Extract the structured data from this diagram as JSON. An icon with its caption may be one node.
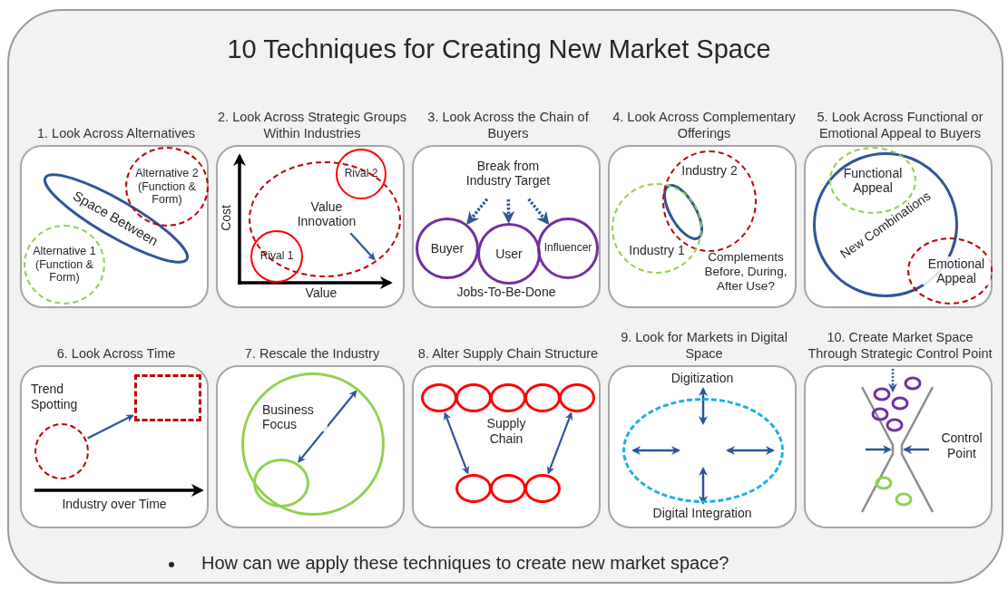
{
  "diagram": {
    "title": "10 Techniques for Creating New Market Space",
    "caption": "How can we apply these techniques to create new market space?",
    "nodes": [
      {
        "text": [
          "1. Look Across Alternatives"
        ]
      },
      {
        "text": [
          "Space Between"
        ],
        "in": 0
      },
      {
        "text": [
          "Alternative 2 (Function & Form)"
        ],
        "in": 0
      },
      {
        "text": [
          "Alternative 1 (Function & Form)"
        ],
        "in": 0
      },
      {
        "text": [
          "2. Look Across Strategic Groups Within Industries"
        ]
      },
      {
        "text": [],
        "shape": "ellipse",
        "in": 4
      },
      {
        "text": [
          "Value Innovation"
        ],
        "in": 5
      },
      {
        "text": [
          "Rival 2"
        ],
        "in": 4
      },
      {
        "text": [
          "Rival 1"
        ],
        "in": 4
      },
      {
        "text": [
          "3. Look Across the Chain of Buyers"
        ]
      },
      {
        "text": [
          "Break from Industry Target"
        ],
        "in": 9
      },
      {
        "text": [
          "Buyer"
        ],
        "in": 9
      },
      {
        "text": [
          "User"
        ],
        "in": 9
      },
      {
        "text": [
          "Influencer"
        ],
        "in": 9
      },
      {
        "text": [
          "4. Look Across Complementary Offerings"
        ]
      },
      {
        "text": [
          "Industry 2"
        ],
        "in": 14
      },
      {
        "text": [
          "Industry 1"
        ],
        "in": 14
      },
      {
        "text": [],
        "shape": "ellipse"
      },
      {
        "text": [
          "5. Look Across Functional or Emotional Appeal to Buyers"
        ]
      },
      {
        "text": [
          "New Combinations"
        ],
        "in": 18
      },
      {
        "text": [
          "Functional Appeal"
        ],
        "in": 18
      },
      {
        "text": [
          "Emotional Appeal"
        ],
        "in": 18
      },
      {
        "text": [
          "6. Look Across Time"
        ]
      },
      {
        "text": [],
        "shape": "circle",
        "in": 22
      },
      {
        "text": [],
        "shape": "box",
        "in": 22
      },
      {
        "text": [
          "7. Rescale the Industry"
        ]
      },
      {
        "text": [
          "Business Focus"
        ],
        "in": 25
      },
      {
        "text": [],
        "shape": "circle",
        "in": 26
      },
      {
        "text": [
          "8. Alter Supply Chain Structure"
        ]
      },
      {
        "text": [],
        "shape": "circle",
        "in": 28
      },
      {
        "text": [],
        "shape": "circle",
        "in": 28
      },
      {
        "text": [],
        "shape": "circle",
        "in": 28
      },
      {
        "text": [],
        "shape": "circle",
        "in": 28
      },
      {
        "text": [],
        "shape": "circle",
        "in": 28
      },
      {
        "text": [],
        "shape": "circle",
        "in": 28
      },
      {
        "text": [],
        "shape": "circle",
        "in": 28
      },
      {
        "text": [],
        "shape": "circle",
        "in": 28
      },
      {
        "text": [
          "9. Look for Markets in Digital Space"
        ]
      },
      {
        "text": [],
        "shape": "ellipse",
        "in": 37,
        "beside": [
          "Digitization",
          "Digital Integration"
        ]
      },
      {
        "text": [
          "10. Create Market Space Through Strategic Control Point"
        ]
      }
    ],
    "edges": [
      {
        "from": 6,
        "to": 5,
        "arrow": "to"
      },
      {
        "from": 10,
        "to": 11,
        "arrow": "to",
        "style": "dashed"
      },
      {
        "from": 10,
        "to": 12,
        "arrow": "to",
        "style": "dashed"
      },
      {
        "from": 10,
        "to": 13,
        "arrow": "to",
        "style": "dashed"
      },
      {
        "from": 23,
        "to": 24,
        "arrow": "to"
      },
      {
        "from": 27,
        "to": 26,
        "arrow": "both"
      },
      {
        "from": 29,
        "to": 34,
        "arrow": "both"
      },
      {
        "from": 33,
        "to": 36,
        "arrow": "both"
      }
    ],
    "labels": [
      "Cost",
      "Value",
      "Jobs-To-Be-Done",
      "Complements Before, During, After Use?",
      "Trend Spotting",
      "Industry over Time",
      "Supply Chain",
      "Control Point"
    ]
  }
}
